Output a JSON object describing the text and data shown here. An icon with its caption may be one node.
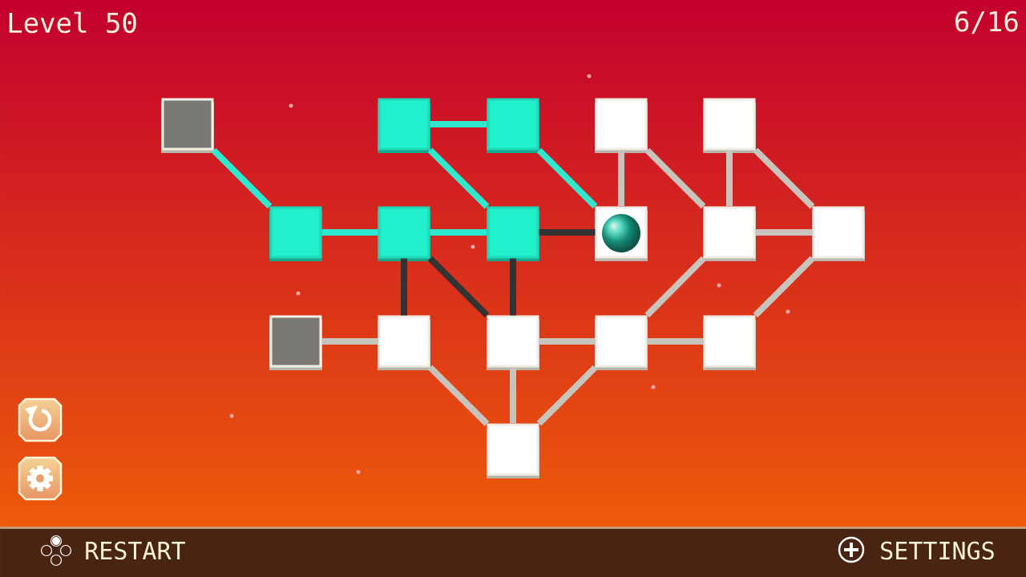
{
  "diagram": {
    "nodes": [
      {
        "text": [],
        "shape": "box"
      },
      {
        "text": [],
        "shape": "box"
      },
      {
        "text": [],
        "shape": "box"
      },
      {
        "text": [],
        "shape": "box"
      },
      {
        "text": [],
        "shape": "box"
      },
      {
        "text": [],
        "shape": "box"
      },
      {
        "text": [],
        "shape": "box"
      },
      {
        "text": [],
        "shape": "box"
      },
      {
        "text": [],
        "shape": "box"
      },
      {
        "text": [],
        "shape": "box"
      },
      {
        "text": [],
        "shape": "box"
      },
      {
        "text": [],
        "shape": "box"
      },
      {
        "text": [],
        "shape": "box"
      },
      {
        "text": [],
        "shape": "box"
      },
      {
        "text": [],
        "shape": "box"
      },
      {
        "text": [],
        "shape": "box"
      },
      {
        "text": [],
        "shape": "box"
      }
    ],
    "edges": [
      {
        "from": 0,
        "to": 5,
        "arrow": "none",
        "color": "#2ee8d0"
      },
      {
        "from": 1,
        "to": 2,
        "arrow": "none",
        "color": "#2ee8d0"
      },
      {
        "from": 1,
        "to": 7,
        "arrow": "none",
        "color": "#2ee8d0"
      },
      {
        "from": 2,
        "to": 8,
        "arrow": "none",
        "color": "#2ee8d0"
      },
      {
        "from": 5,
        "to": 6,
        "arrow": "none",
        "color": "#2ee8d0"
      },
      {
        "from": 6,
        "to": 7,
        "arrow": "none",
        "color": "#2ee8d0"
      },
      {
        "from": 7,
        "to": 8,
        "arrow": "none",
        "color": "#333333"
      },
      {
        "from": 6,
        "to": 12,
        "arrow": "none",
        "color": "#333333"
      },
      {
        "from": 6,
        "to": 13,
        "arrow": "none",
        "color": "#333333"
      },
      {
        "from": 7,
        "to": 13,
        "arrow": "none",
        "color": "#333333"
      },
      {
        "from": 3,
        "to": 8,
        "arrow": "none"
      },
      {
        "from": 3,
        "to": 9,
        "arrow": "none"
      },
      {
        "from": 4,
        "to": 9,
        "arrow": "none"
      },
      {
        "from": 4,
        "to": 10,
        "arrow": "none"
      },
      {
        "from": 9,
        "to": 10,
        "arrow": "none"
      },
      {
        "from": 9,
        "to": 14,
        "arrow": "none"
      },
      {
        "from": 10,
        "to": 15,
        "arrow": "none"
      },
      {
        "from": 11,
        "to": 12,
        "arrow": "none"
      },
      {
        "from": 12,
        "to": 16,
        "arrow": "none"
      },
      {
        "from": 13,
        "to": 14,
        "arrow": "none"
      },
      {
        "from": 13,
        "to": 16,
        "arrow": "none"
      },
      {
        "from": 14,
        "to": 15,
        "arrow": "none"
      },
      {
        "from": 14,
        "to": 16,
        "arrow": "none"
      }
    ],
    "labels": [
      "Level 50",
      "6/16",
      "RESTART",
      "SETTINGS"
    ]
  }
}
